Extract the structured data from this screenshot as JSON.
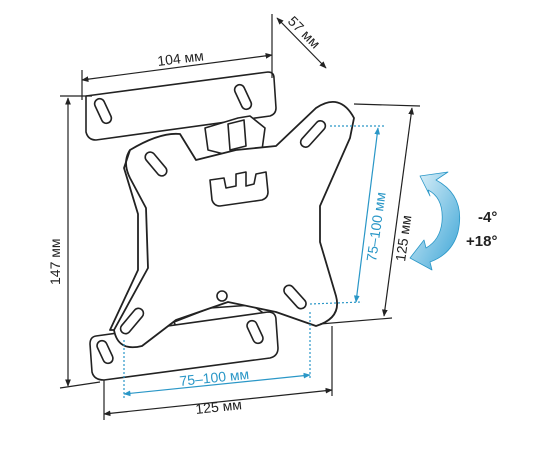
{
  "dimensions": {
    "top_width": "104 мм",
    "depth": "57 мм",
    "left_height": "147 мм",
    "right_height": "125 мм",
    "bottom_width": "125 мм",
    "vesa_horizontal": "75–100 мм",
    "vesa_vertical": "75–100 мм"
  },
  "tilt": {
    "up": "-4°",
    "down": "+18°"
  },
  "colors": {
    "accent": "#2a97c7",
    "outline": "#222222",
    "arrow_light": "#cfeaf6",
    "arrow_dark": "#3aa4d6"
  },
  "icons": {
    "tilt_arrow": "curved-arrow-icon"
  }
}
